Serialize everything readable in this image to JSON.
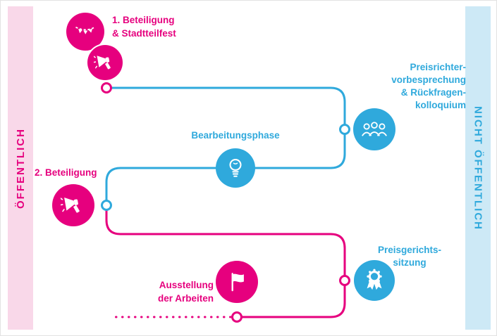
{
  "colors": {
    "pink": "#e6007e",
    "pink_band": "#f9d8e9",
    "blue": "#2fa9dc",
    "blue_band": "#cde9f6"
  },
  "bands": {
    "left": "ÖFFENTLICH",
    "right": "NICHT ÖFFENTLICH"
  },
  "steps": {
    "beteiligung1": {
      "lines": [
        "1. Beteiligung",
        "& Stadtteilfest"
      ]
    },
    "preisrichter": {
      "lines": [
        "Preisrichter-",
        "vorbesprechung",
        "& Rückfragen-",
        "kolloquium"
      ]
    },
    "bearbeitungsphase": {
      "lines": [
        "Bearbeitungsphase"
      ]
    },
    "beteiligung2": {
      "lines": [
        "2. Beteiligung"
      ]
    },
    "preisgericht": {
      "lines": [
        "Preisgerichts-",
        "sitzung"
      ]
    },
    "ausstellung": {
      "lines": [
        "Ausstellung",
        "der Arbeiten"
      ]
    }
  },
  "icons": {
    "bunting-icon": "pennant-garland",
    "megaphone-icon": "megaphone",
    "jury-icon": "three-people",
    "lightbulb-icon": "lightbulb",
    "rosette-icon": "award-rosette",
    "flag-icon": "waving-flag"
  }
}
